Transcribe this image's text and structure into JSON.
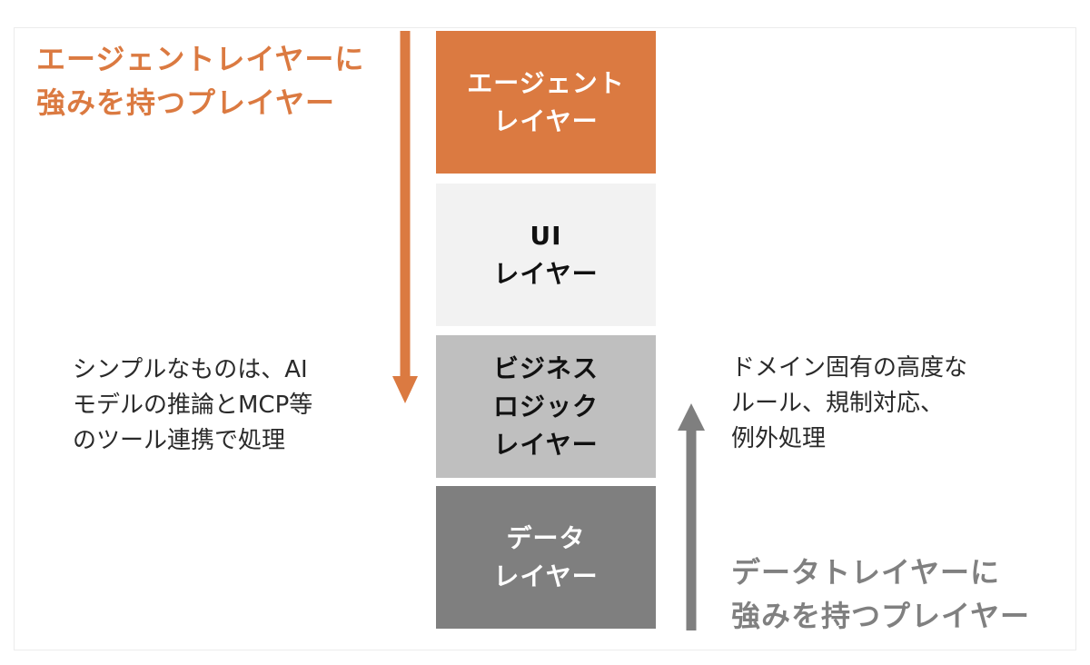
{
  "colors": {
    "agent": "#DB7A41",
    "ui": "#F2F2F2",
    "business": "#BFBFBF",
    "data": "#7F7F7F",
    "grey_text": "#808080"
  },
  "layers": [
    {
      "key": "agent",
      "lines": [
        "エージェント",
        "レイヤー"
      ]
    },
    {
      "key": "ui",
      "lines": [
        "UI",
        "レイヤー"
      ]
    },
    {
      "key": "business",
      "lines": [
        "ビジネス",
        "ロジック",
        "レイヤー"
      ]
    },
    {
      "key": "data",
      "lines": [
        "データ",
        "レイヤー"
      ]
    }
  ],
  "agent_heading": [
    "エージェントレイヤーに",
    "強みを持つプレイヤー"
  ],
  "data_heading": [
    "データトレイヤーに",
    "強みを持つプレイヤー"
  ],
  "left_description": [
    "シンプルなものは、AI",
    "モデルの推論とMCP等",
    "のツール連携で処理"
  ],
  "right_description": [
    "ドメイン固有の高度な",
    "ルール、規制対応、",
    "例外処理"
  ]
}
